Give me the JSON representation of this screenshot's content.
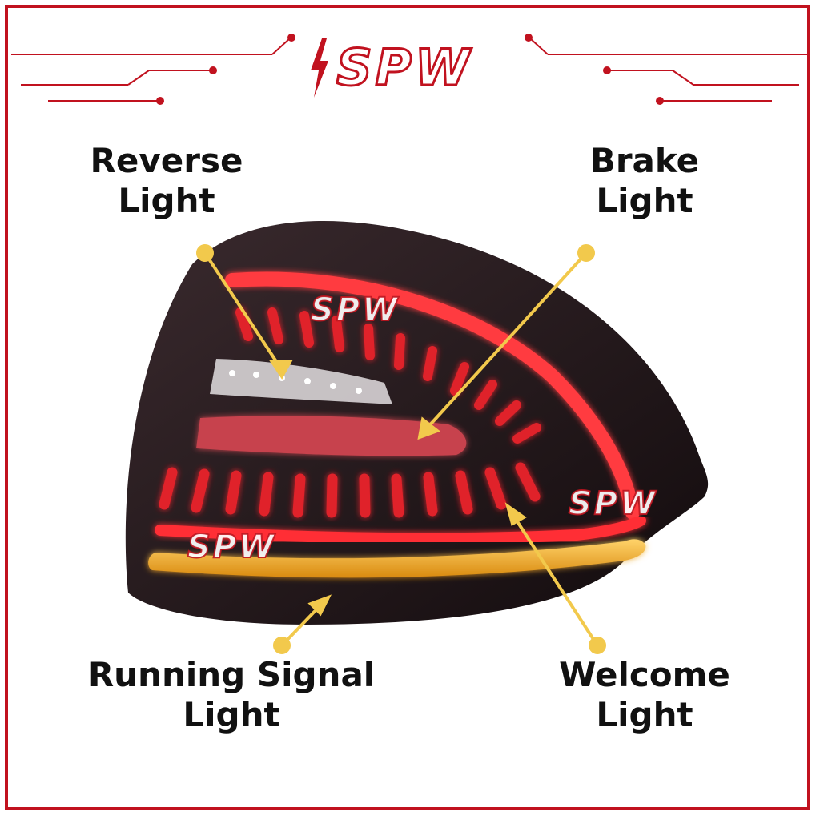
{
  "brand": {
    "logo_text": "SPW",
    "watermark_text": "SPW"
  },
  "labels": {
    "reverse": {
      "line1": "Reverse",
      "line2": "Light"
    },
    "brake": {
      "line1": "Brake",
      "line2": "Light"
    },
    "running": {
      "line1": "Running Signal",
      "line2": "Light"
    },
    "welcome": {
      "line1": "Welcome",
      "line2": "Light"
    }
  },
  "colors": {
    "frame": "#c1121f",
    "pointer": "#f2c94c",
    "amber": "#f5a623",
    "red": "#e0202a"
  }
}
